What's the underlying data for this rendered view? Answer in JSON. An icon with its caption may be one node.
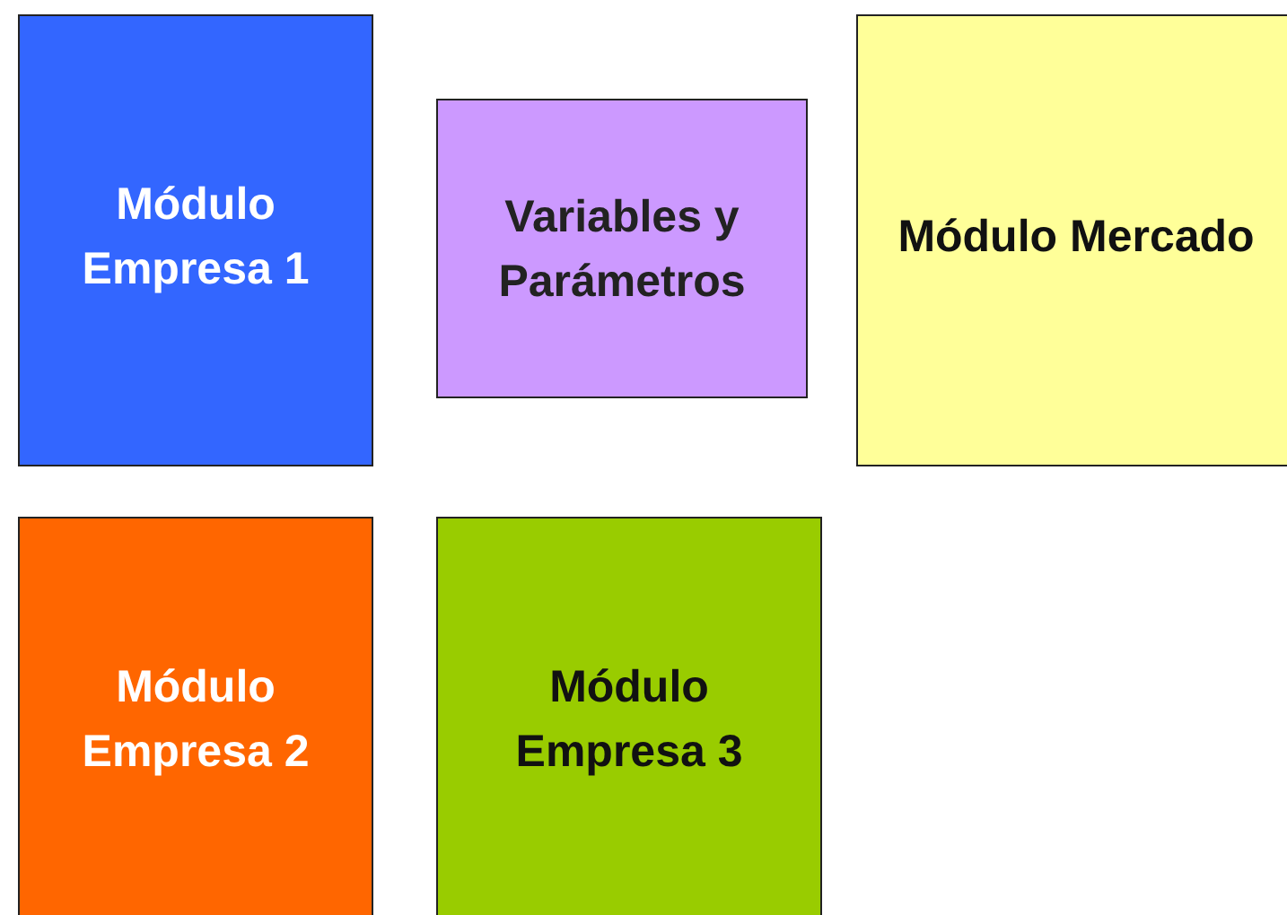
{
  "diagram": {
    "nodes": [
      {
        "text": [
          "Módulo Empresa 1"
        ]
      },
      {
        "text": [
          "Variables y Parámetros"
        ]
      },
      {
        "text": [
          "Módulo Mercado"
        ]
      },
      {
        "text": [
          "Módulo Empresa 2"
        ]
      },
      {
        "text": [
          "Módulo Empresa 3"
        ]
      }
    ]
  }
}
